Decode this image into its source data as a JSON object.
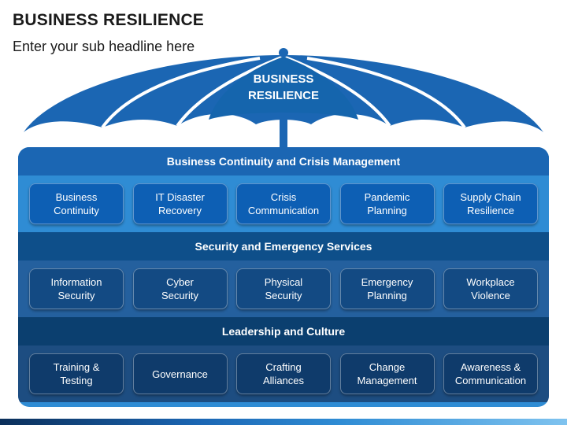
{
  "page": {
    "title": "BUSINESS RESILIENCE",
    "subtitle": "Enter your sub headline here"
  },
  "umbrella": {
    "label_line1": "BUSINESS",
    "label_line2": "RESILIENCE",
    "color": "#1b66b3"
  },
  "sections": [
    {
      "header": "Business Continuity and Crisis Management",
      "items": [
        {
          "line1": "Business",
          "line2": "Continuity"
        },
        {
          "line1": "IT Disaster",
          "line2": "Recovery"
        },
        {
          "line1": "Crisis",
          "line2": "Communication"
        },
        {
          "line1": "Pandemic",
          "line2": "Planning"
        },
        {
          "line1": "Supply Chain",
          "line2": "Resilience"
        }
      ]
    },
    {
      "header": "Security and Emergency Services",
      "items": [
        {
          "line1": "Information",
          "line2": "Security"
        },
        {
          "line1": "Cyber",
          "line2": "Security"
        },
        {
          "line1": "Physical",
          "line2": "Security"
        },
        {
          "line1": "Emergency",
          "line2": "Planning"
        },
        {
          "line1": "Workplace",
          "line2": "Violence"
        }
      ]
    },
    {
      "header": "Leadership and Culture",
      "items": [
        {
          "line1": "Training &",
          "line2": "Testing"
        },
        {
          "line1": "Governance",
          "line2": ""
        },
        {
          "line1": "Crafting",
          "line2": "Alliances"
        },
        {
          "line1": "Change",
          "line2": "Management"
        },
        {
          "line1": "Awareness &",
          "line2": "Communication"
        }
      ]
    }
  ]
}
